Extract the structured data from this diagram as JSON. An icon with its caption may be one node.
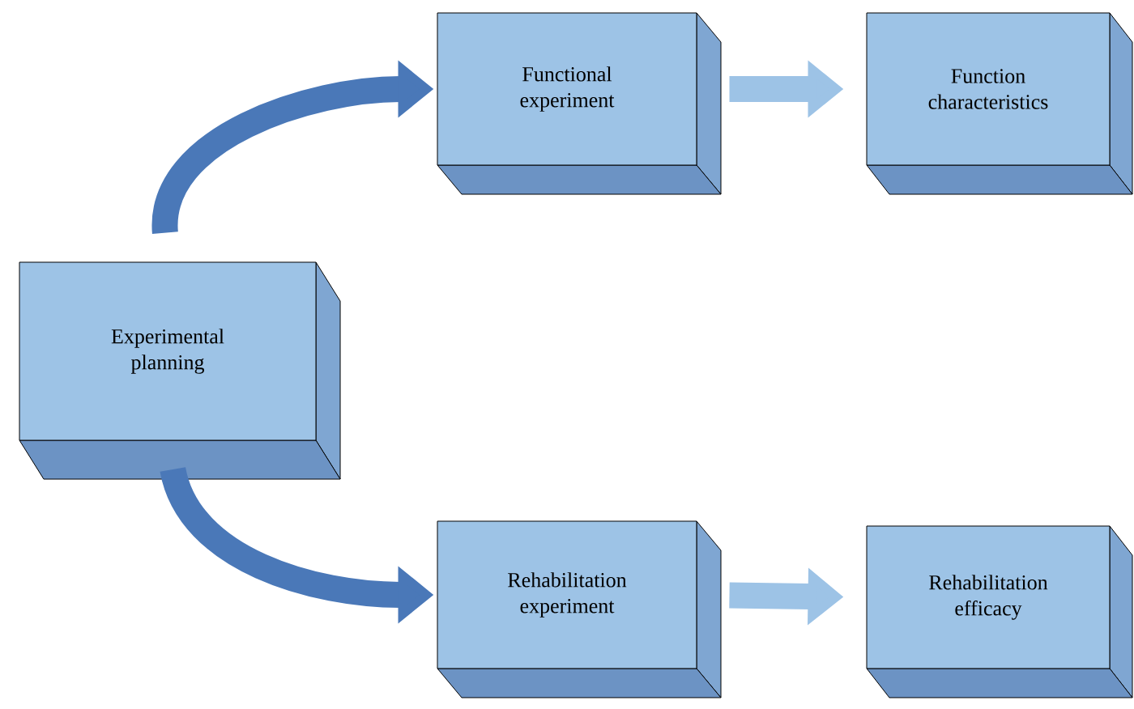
{
  "diagram": {
    "nodes": [
      {
        "text": [
          "Experimental planning"
        ]
      },
      {
        "text": [
          "Functional experiment"
        ]
      },
      {
        "text": [
          "Function characteristics"
        ]
      },
      {
        "text": [
          "Rehabilitation experiment"
        ]
      },
      {
        "text": [
          "Rehabilitation efficacy"
        ]
      }
    ],
    "edges": [
      {
        "from": 0,
        "to": 1,
        "arrow": "to",
        "color": "#4a78b8"
      },
      {
        "from": 1,
        "to": 2,
        "arrow": "to",
        "color": "#9dc3e6"
      },
      {
        "from": 0,
        "to": 3,
        "arrow": "to",
        "color": "#4a78b8"
      },
      {
        "from": 3,
        "to": 4,
        "arrow": "to",
        "color": "#9dc3e6"
      }
    ]
  }
}
